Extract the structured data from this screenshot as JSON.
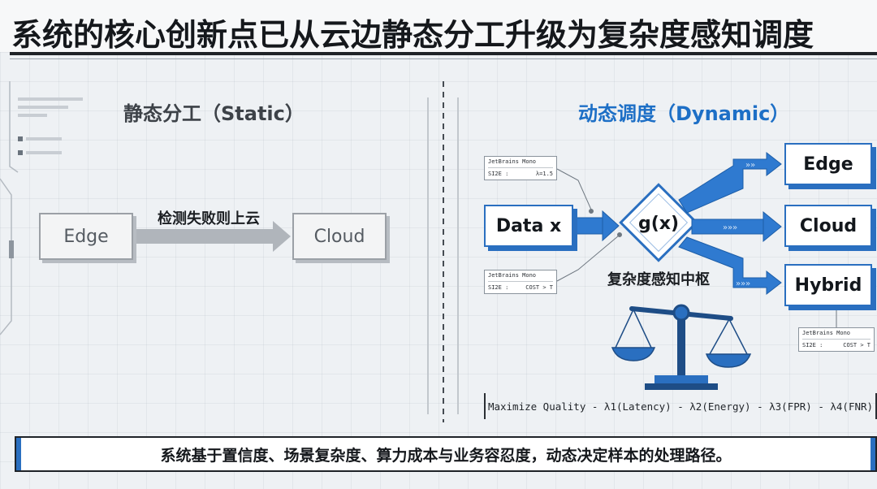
{
  "title": "系统的核心创新点已从云边静态分工升级为复杂度感知调度",
  "static_pane": {
    "title": "静态分工（Static）",
    "edge_label": "Edge",
    "cloud_label": "Cloud",
    "arrow_label": "检测失败则上云"
  },
  "dynamic_pane": {
    "title": "动态调度（Dynamic）",
    "input_label": "Data x",
    "router_label": "g(x)",
    "hub_label": "复杂度感知中枢",
    "targets": [
      "Edge",
      "Cloud",
      "Hybrid"
    ],
    "cards": [
      {
        "font": "JetBrains Mono",
        "key": "SI2E :",
        "value": "λ=1.5"
      },
      {
        "font": "JetBrains Mono",
        "key": "SI2E :",
        "value": "COST > T"
      },
      {
        "font": "JetBrains Mono",
        "key": "SI2E :",
        "value": "COST > T"
      }
    ],
    "formula": "Maximize Quality - λ1(Latency) - λ2(Energy) - λ3(FPR) - λ4(FNR)"
  },
  "footer": "系统基于置信度、场景复杂度、算力成本与业务容忍度，动态决定样本的处理路径。",
  "colors": {
    "accent": "#2a6fc0",
    "static_grey": "#9ba0a6",
    "dark": "#1f2328"
  }
}
